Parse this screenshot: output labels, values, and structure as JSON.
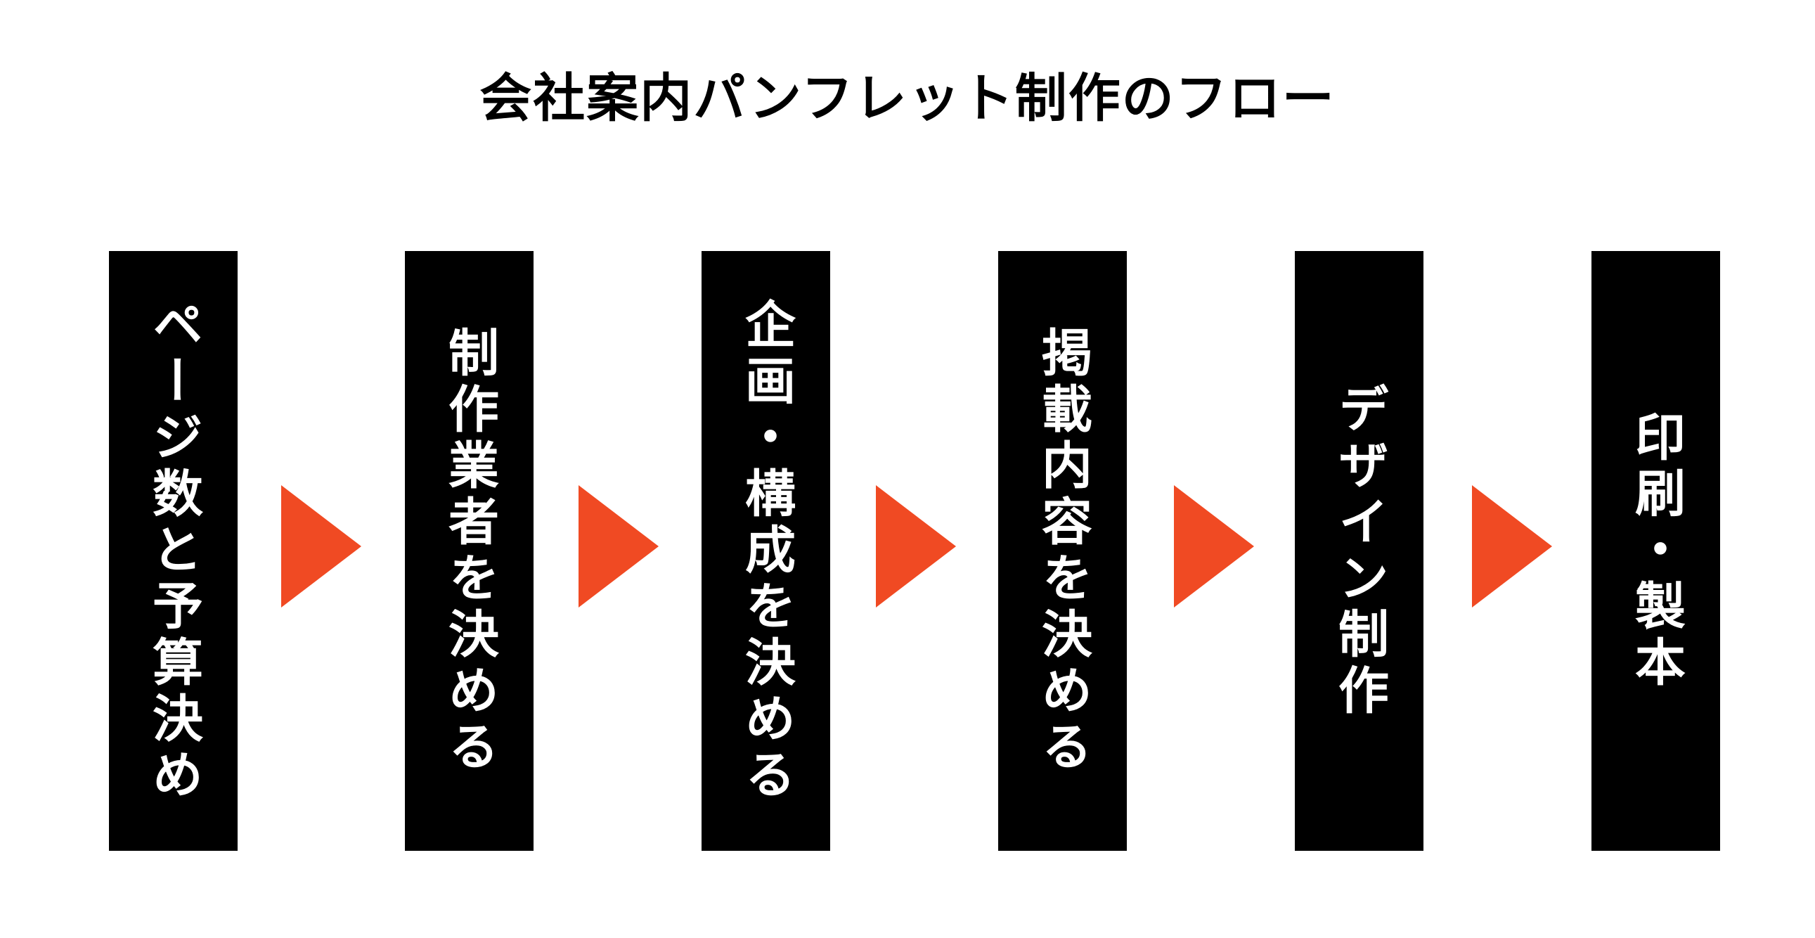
{
  "title": "会社案内パンフレット制作のフロー",
  "steps": [
    {
      "label": "ページ数と予算決め"
    },
    {
      "label": "制作業者を決める"
    },
    {
      "label": "企画・構成を決める"
    },
    {
      "label": "掲載内容を決める"
    },
    {
      "label": "デザイン制作"
    },
    {
      "label": "印刷・製本"
    }
  ],
  "colors": {
    "step_background": "#000000",
    "step_text": "#ffffff",
    "arrow": "#f04a23",
    "title_text": "#000000"
  },
  "icons": {
    "arrow": "right-triangle-arrow-icon"
  }
}
